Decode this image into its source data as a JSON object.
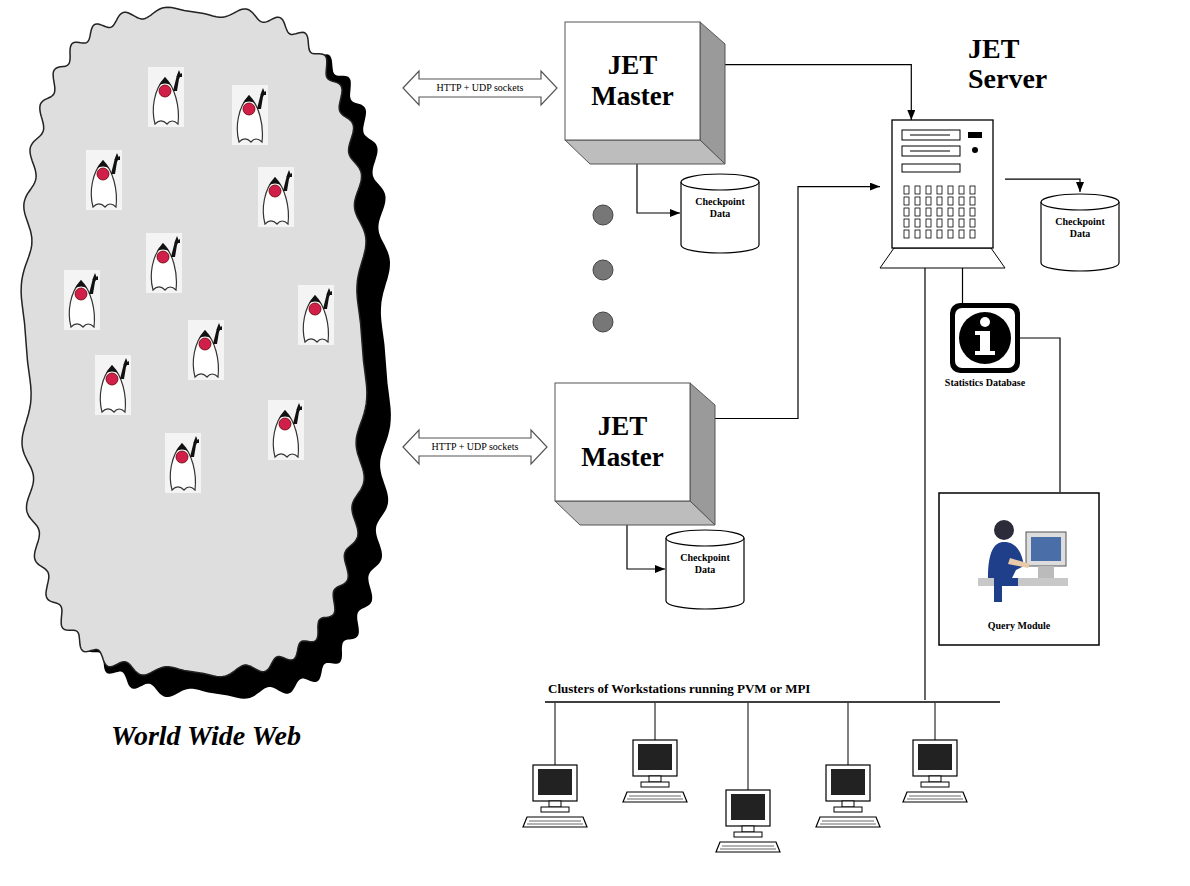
{
  "diagram": {
    "nodes": [
      {
        "text": [
          "World Wide Web"
        ]
      },
      {
        "text": [
          "JET Master"
        ]
      },
      {
        "text": [
          "JET Server"
        ]
      },
      {
        "text": [
          "Checkpoint Data"
        ]
      },
      {
        "text": [
          "Checkpoint Data"
        ]
      },
      {
        "text": [
          "Statistics Database"
        ]
      },
      {
        "text": [
          "JET Master"
        ]
      },
      {
        "text": [
          "Query Module"
        ]
      },
      {
        "text": [
          "Checkpoint Data"
        ]
      },
      {
        "text": [
          "Clusters of Workstations running PVM or MPI"
        ]
      }
    ],
    "edges": [
      {
        "from": 0,
        "to": 1,
        "label": "HTTP + UDP sockets",
        "arrow": "both"
      },
      {
        "from": 0,
        "to": 6,
        "label": "HTTP + UDP sockets",
        "arrow": "both"
      },
      {
        "from": 1,
        "to": 2,
        "arrow": "to"
      },
      {
        "from": 6,
        "to": 2,
        "arrow": "to"
      },
      {
        "from": 1,
        "to": 3,
        "arrow": "to"
      },
      {
        "from": 2,
        "to": 4,
        "arrow": "to"
      },
      {
        "from": 6,
        "to": 8,
        "arrow": "to"
      },
      {
        "from": 2,
        "to": 5,
        "arrow": "none"
      },
      {
        "from": 5,
        "to": 7,
        "arrow": "none"
      },
      {
        "from": 2,
        "to": 9,
        "arrow": "none"
      }
    ]
  }
}
